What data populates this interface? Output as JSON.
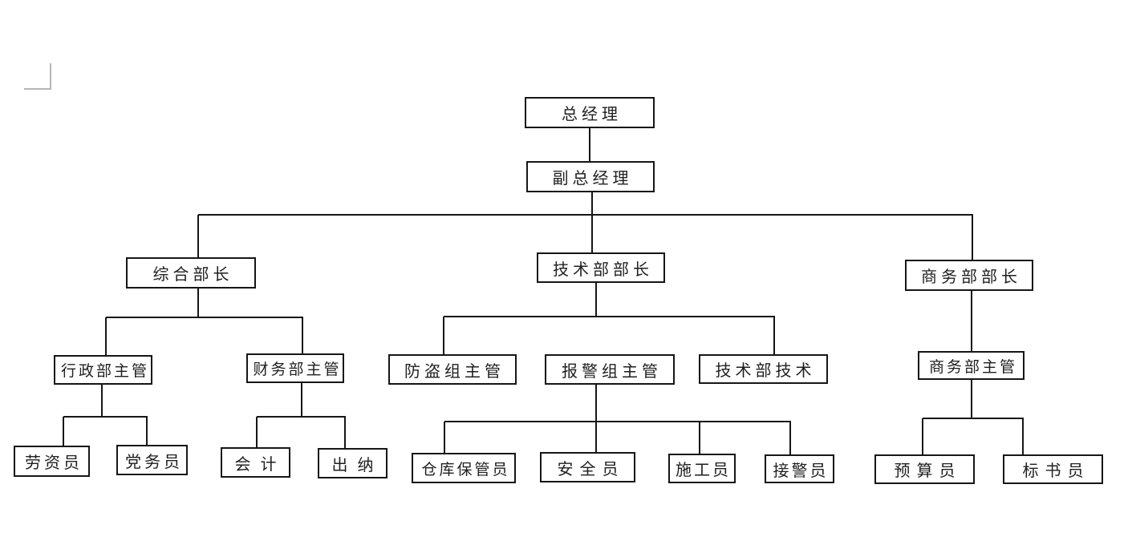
{
  "diagram": {
    "type": "org-chart",
    "language": "zh-CN",
    "nodes": [
      {
        "id": "general-manager",
        "label": "总经理",
        "reports_to": null
      },
      {
        "id": "deputy-general-manager",
        "label": "副总经理",
        "reports_to": "general-manager"
      },
      {
        "id": "general-affairs-head",
        "label": "综合部长",
        "reports_to": "deputy-general-manager"
      },
      {
        "id": "tech-dept-head",
        "label": "技术部部长",
        "reports_to": "deputy-general-manager"
      },
      {
        "id": "business-dept-head",
        "label": "商务部部长",
        "reports_to": "deputy-general-manager"
      },
      {
        "id": "admin-supervisor",
        "label": "行政部主管",
        "reports_to": "general-affairs-head"
      },
      {
        "id": "finance-supervisor",
        "label": "财务部主管",
        "reports_to": "general-affairs-head"
      },
      {
        "id": "anti-theft-supervisor",
        "label": "防盗组主管",
        "reports_to": "tech-dept-head"
      },
      {
        "id": "alarm-group-supervisor",
        "label": "报警组主管",
        "reports_to": "tech-dept-head"
      },
      {
        "id": "tech-dept-technician",
        "label": "技术部技术",
        "reports_to": "tech-dept-head"
      },
      {
        "id": "business-supervisor",
        "label": "商务部主管",
        "reports_to": "business-dept-head"
      },
      {
        "id": "labor-wage-clerk",
        "label": "劳资员",
        "reports_to": "admin-supervisor"
      },
      {
        "id": "party-affairs-clerk",
        "label": "党务员",
        "reports_to": "admin-supervisor"
      },
      {
        "id": "accountant",
        "label": "会计",
        "reports_to": "finance-supervisor"
      },
      {
        "id": "cashier",
        "label": "出纳",
        "reports_to": "finance-supervisor"
      },
      {
        "id": "warehouse-keeper",
        "label": "仓库保管员",
        "reports_to": "alarm-group-supervisor"
      },
      {
        "id": "safety-officer",
        "label": "安全员",
        "reports_to": "alarm-group-supervisor"
      },
      {
        "id": "construction-worker",
        "label": "施工员",
        "reports_to": "alarm-group-supervisor"
      },
      {
        "id": "alarm-receiver",
        "label": "接警员",
        "reports_to": "alarm-group-supervisor"
      },
      {
        "id": "budget-clerk",
        "label": "预算员",
        "reports_to": "business-supervisor"
      },
      {
        "id": "bid-document-clerk",
        "label": "标书员",
        "reports_to": "business-supervisor"
      }
    ],
    "colors": {
      "background": "#ffffff",
      "box_border": "#161616",
      "connector_line": "#161616",
      "text": "#1f1f1f",
      "page_corner_mark": "#b6b6b6"
    }
  }
}
